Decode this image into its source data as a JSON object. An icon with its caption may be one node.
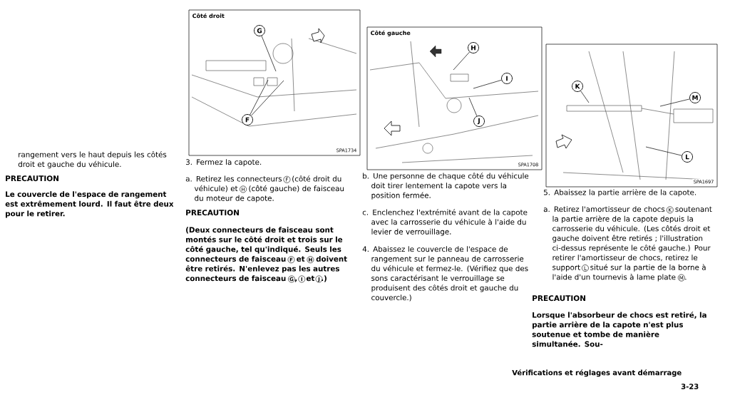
{
  "diagram": {
    "nodes": [
      {
        "text": [
          "Côté droit",
          "SPA1734"
        ]
      },
      {
        "text": [
          "G"
        ],
        "in": 0
      },
      {
        "text": [
          "F"
        ],
        "in": 0
      },
      {
        "text": [
          "Côté gauche",
          "SPA1708"
        ]
      },
      {
        "text": [
          "H"
        ],
        "in": 3
      },
      {
        "text": [
          "I"
        ],
        "in": 3
      },
      {
        "text": [
          "J"
        ],
        "in": 3
      },
      {
        "text": [
          "SPA1697"
        ]
      },
      {
        "text": [
          "K"
        ],
        "in": 7
      },
      {
        "text": [
          "M"
        ],
        "in": 7
      },
      {
        "text": [
          "L"
        ],
        "in": 7
      }
    ],
    "edges": [
      {
        "from": 1,
        "to": null,
        "arrow": "none"
      },
      {
        "from": 2,
        "to": null,
        "arrow": "none"
      },
      {
        "from": 2,
        "to": null,
        "arrow": "none"
      },
      {
        "from": 4,
        "to": null,
        "arrow": "none"
      },
      {
        "from": 5,
        "to": null,
        "arrow": "none"
      },
      {
        "from": 6,
        "to": null,
        "arrow": "none"
      },
      {
        "from": 8,
        "to": null,
        "arrow": "none"
      },
      {
        "from": 9,
        "to": null,
        "arrow": "none"
      },
      {
        "from": 10,
        "to": null,
        "arrow": "none"
      }
    ],
    "labels": [
      "rangement vers le haut depuis les côtés droit et gauche du véhicule.",
      "PRECAUTION",
      "Le couvercle de l'espace de rangement est extrêmement lourd. Il faut être deux pour le retirer.",
      "3. Fermez la capote.",
      "a. Retirez les connecteurs F (côté droit du véhicule) et H (côté gauche) de faisceau du moteur de capote.",
      "PRECAUTION",
      "(Deux connecteurs de faisceau sont montés sur le côté droit et trois sur le côté gauche, tel qu'indiqué. Seuls les connecteurs de faisceau F et H doivent être retirés. N'enlevez pas les autres connecteurs de faisceau G, I et J.)",
      "b. Une personne de chaque côté du véhicule doit tirer lentement la capote vers la position fermée.",
      "c. Enclenchez l'extrémité avant de la capote avec la carrosserie du véhicule à l'aide du levier de verrouillage.",
      "4. Abaissez le couvercle de l'espace de rangement sur le panneau de carrosserie du véhicule et fermez-le. (Vérifiez que des sons caractérisant le verrouillage se produisent des côtés droit et gauche du couvercle.)",
      "5. Abaissez la partie arrière de la capote.",
      "a. Retirez l'amortisseur de chocs K soutenant la partie arrière de la capote depuis la carrosserie du véhicule. (Les côtés droit et gauche doivent être retirés ; l'illustration ci-dessus représente le côté gauche.) Pour retirer l'amortisseur de chocs, retirez le support L situé sur la partie de la borne à l'aide d'un tournevis à lame plate M.",
      "PRECAUTION",
      "Lorsque l'absorbeur de chocs est retiré, la partie arrière de la capote n'est plus soutenue et tombe de manière simultanée. Sou-",
      "Vérifications et réglages avant démarrage",
      "3-23"
    ]
  }
}
